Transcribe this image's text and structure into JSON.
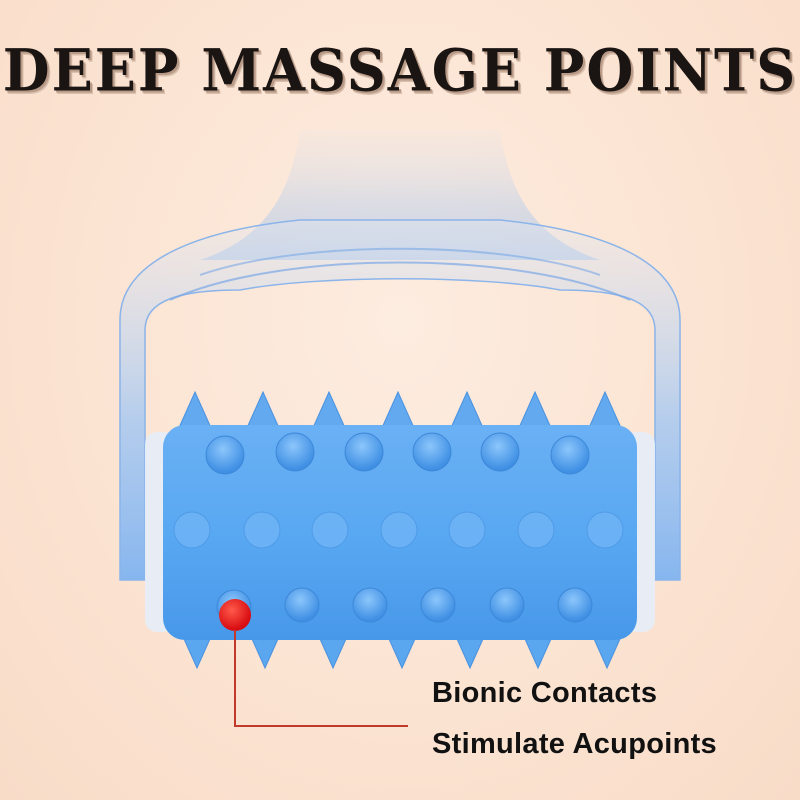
{
  "title": "DEEP MASSAGE POINTS",
  "callout": {
    "line1": "Bionic Contacts",
    "line2": "Stimulate Acupoints",
    "marker_color": "#e8161a",
    "leader_color": "#c0392b"
  },
  "colors": {
    "background": "#fbe4d3",
    "roller_blue": "#5aa6ef",
    "handle_blue": "#9ec3f0"
  },
  "product": {
    "type": "massage-roller",
    "nub_rows": 5,
    "nubs_per_row": 7
  }
}
